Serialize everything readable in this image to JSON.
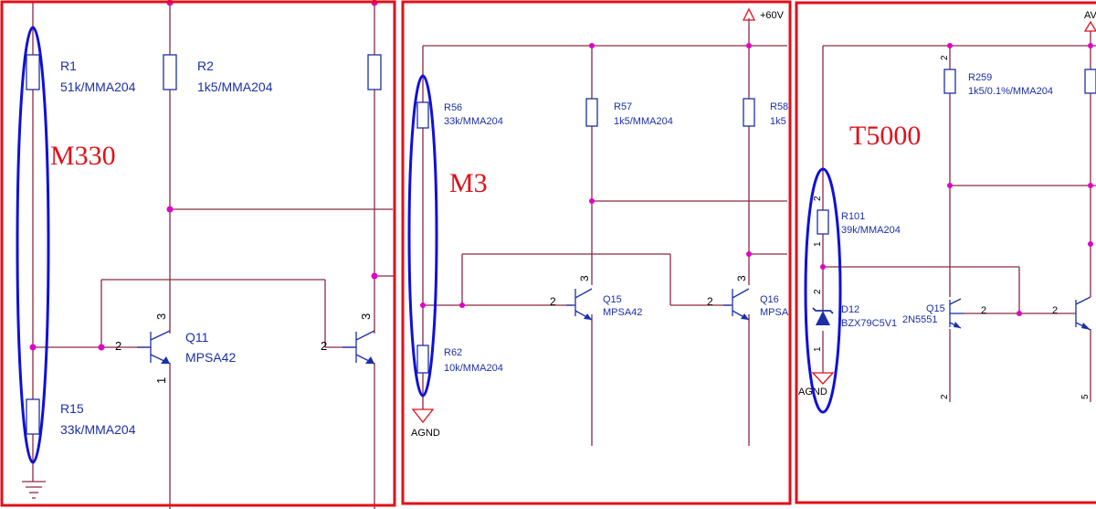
{
  "colors": {
    "wire": "#8b2a42",
    "component": "#1c2fa8",
    "junction": "#e000c8",
    "frame": "#e0101a",
    "highlight": "#1010d8"
  },
  "panel_labels": {
    "left": "M330",
    "middle": "M3",
    "right": "T5000"
  },
  "left": {
    "r1": {
      "ref": "R1",
      "value": "51k/MMA204"
    },
    "r2": {
      "ref": "R2",
      "value": "1k5/MMA204"
    },
    "r15": {
      "ref": "R15",
      "value": "33k/MMA204"
    },
    "q11": {
      "ref": "Q11",
      "value": "MPSA42"
    },
    "pins": {
      "base_a": "2",
      "collector": "3",
      "emitter": "1",
      "base_b": "2",
      "collector_b": "3"
    }
  },
  "middle": {
    "supply": "+60V",
    "r56": {
      "ref": "R56",
      "value": "33k/MMA204"
    },
    "r57": {
      "ref": "R57",
      "value": "1k5/MMA204"
    },
    "r58": {
      "ref": "R58",
      "value": "1k5"
    },
    "r62": {
      "ref": "R62",
      "value": "10k/MMA204"
    },
    "q15": {
      "ref": "Q15",
      "value": "MPSA42"
    },
    "q16": {
      "ref": "Q16",
      "value": "MPSA"
    },
    "ground": "AGND",
    "pins": {
      "q15_base": "2",
      "q15_collector": "3",
      "q16_base": "2",
      "q16_collector": "3"
    }
  },
  "right": {
    "supply": "AV",
    "r259": {
      "ref": "R259",
      "value": "1k5/0.1%/MMA204"
    },
    "r101": {
      "ref": "R101",
      "value": "39k/MMA204"
    },
    "d12": {
      "ref": "D12",
      "value": "BZX79C5V1"
    },
    "q15": {
      "ref": "Q15",
      "value": "2N5551"
    },
    "ground": "AGND",
    "pins": {
      "r259_top": "2",
      "r101_top": "2",
      "r101_bottom": "1",
      "d12_top": "2",
      "d12_bottom": "1",
      "q15_base": "2",
      "q15_emitter": "2",
      "base_b": "2",
      "edge_bottom": "5"
    }
  }
}
